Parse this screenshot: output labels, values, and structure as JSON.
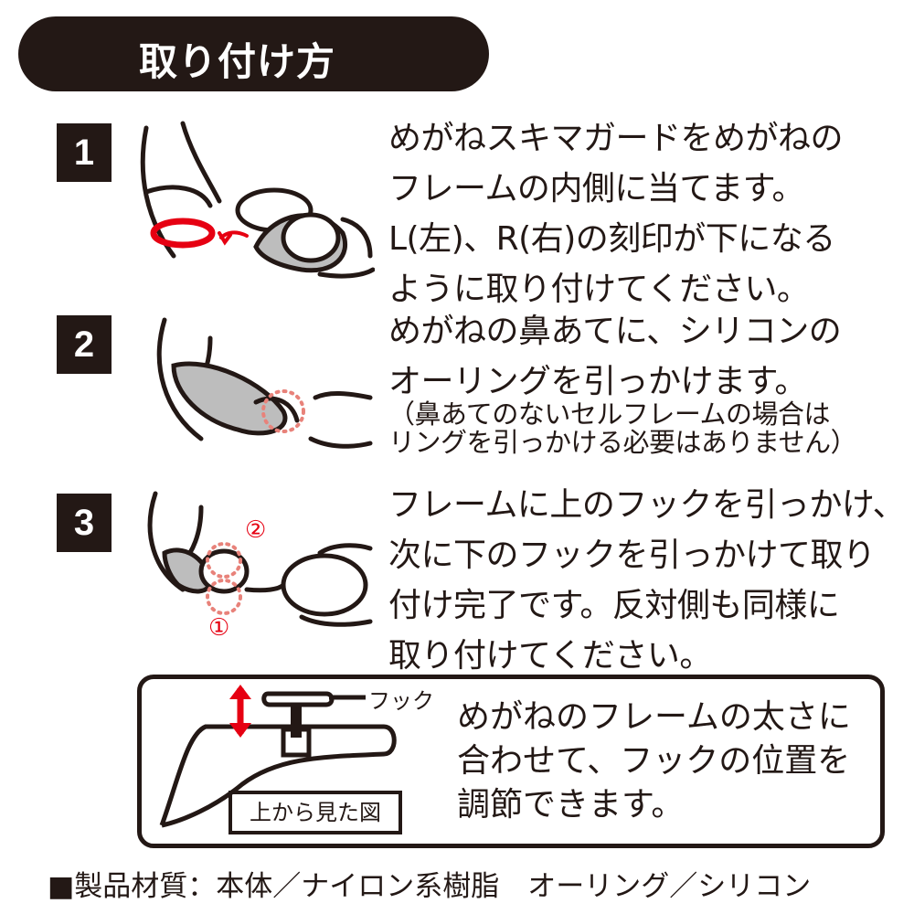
{
  "title": "取り付け方",
  "steps": [
    {
      "number": "1",
      "lines": [
        "めがねスキマガードをめがねの",
        "フレームの内側に当てます。",
        "L(左)、R(右)の刻印が下になる",
        "ように取り付けてください。"
      ]
    },
    {
      "number": "2",
      "lines": [
        "めがねの鼻あてに、シリコンの",
        "オーリングを引っかけます。"
      ],
      "note_lines": [
        "（鼻あてのないセルフレームの場合は",
        "リングを引っかける必要はありません）"
      ]
    },
    {
      "number": "3",
      "lines": [
        "フレームに上のフックを引っかけ、",
        "次に下のフックを引っかけて取り",
        "付け完了です。反対側も同様に",
        "取り付けてください。"
      ],
      "markers": [
        "②",
        "①"
      ]
    }
  ],
  "adjust_box": {
    "hook_label": "フック",
    "view_label": "上から見た図",
    "lines": [
      "めがねのフレームの太さに",
      "合わせて、フックの位置を",
      "調節できます。"
    ]
  },
  "footer": "■製品材質：本体／ナイロン系樹脂　オーリング／シリコン",
  "colors": {
    "dark": "#231815",
    "accent_red": "#e60012"
  }
}
